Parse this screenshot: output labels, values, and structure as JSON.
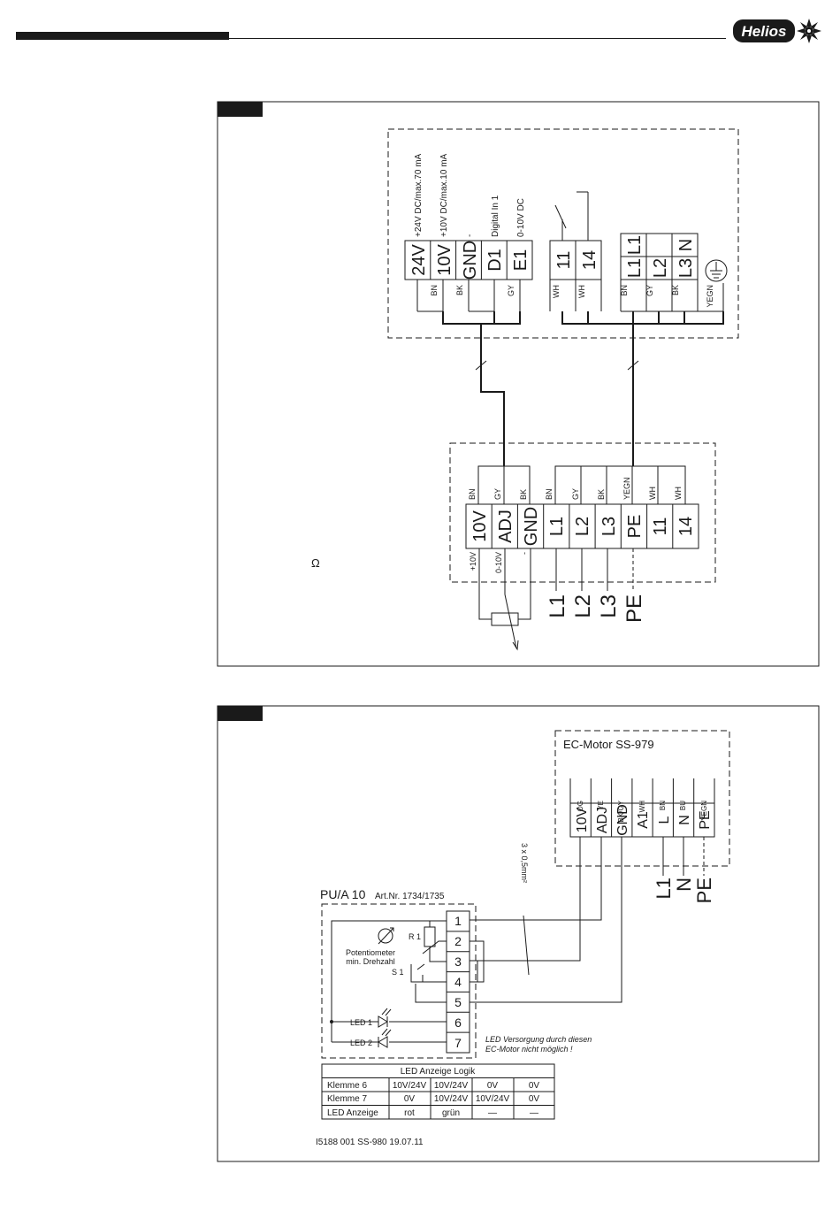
{
  "header": {
    "logo_text": "Helios"
  },
  "diagram1": {
    "control_functions": [
      "+24V DC/max.70 mA",
      "+10V DC/max.10 mA",
      "-",
      "Digital In 1",
      "0-10V DC"
    ],
    "control_terminals": [
      "24V",
      "10V",
      "GND",
      "D1",
      "E1"
    ],
    "control_wires": [
      "BN",
      "BK",
      "GY"
    ],
    "relay_terminals": [
      "11",
      "14"
    ],
    "relay_wires": [
      "WH",
      "WH"
    ],
    "mains_terminals_top": [
      "L1",
      "",
      "N"
    ],
    "mains_terminals_bottom": [
      "L1",
      "L2",
      "L3"
    ],
    "mains_wires": [
      "BN",
      "GY",
      "BK",
      "YEGN"
    ],
    "motor_wires": [
      "BN",
      "GY",
      "BK",
      "BN",
      "GY",
      "BK",
      "YEGN",
      "WH",
      "WH"
    ],
    "motor_terminals": [
      "10V",
      "ADJ",
      "GND",
      "L1",
      "L2",
      "L3",
      "PE",
      "11",
      "14"
    ],
    "motor_signal_labels": [
      "+10V",
      "0-10V",
      "-"
    ],
    "ohm_symbol": "Ω",
    "supply_labels": [
      "L1",
      "L2",
      "L3",
      "PE"
    ]
  },
  "diagram2": {
    "motor_title": "EC-Motor  SS-979",
    "motor_wires": [
      "OG",
      "YE",
      "BK/GY",
      "WH",
      "BN",
      "BU",
      "YEGN"
    ],
    "motor_terminals": [
      "10V",
      "ADJ",
      "GND",
      "A1",
      "L",
      "N",
      "PE"
    ],
    "supply_labels": [
      "L1",
      "N",
      "PE"
    ],
    "cable_label": "3 x 0,5mm²",
    "device_name": "PU/A 10",
    "device_art": "Art.Nr. 1734/1735",
    "device_terminals": [
      "1",
      "2",
      "3",
      "4",
      "5",
      "6",
      "7"
    ],
    "r1_label": "R 1",
    "s1_label": "S 1",
    "poti_line1": "Potentiometer",
    "poti_line2": "min. Drehzahl",
    "led1_label": "LED 1",
    "led2_label": "LED 2",
    "note_line1": "LED Versorgung durch diesen",
    "note_line2": "EC-Motor nicht möglich !",
    "table_title": "LED Anzeige Logik",
    "table_rows": [
      [
        "Klemme 6",
        "10V/24V",
        "10V/24V",
        "0V",
        "0V"
      ],
      [
        "Klemme 7",
        "0V",
        "10V/24V",
        "10V/24V",
        "0V"
      ],
      [
        "LED Anzeige",
        "rot",
        "grün",
        "—",
        "—"
      ]
    ],
    "footer": "I5188 001   SS-980   19.07.11"
  }
}
